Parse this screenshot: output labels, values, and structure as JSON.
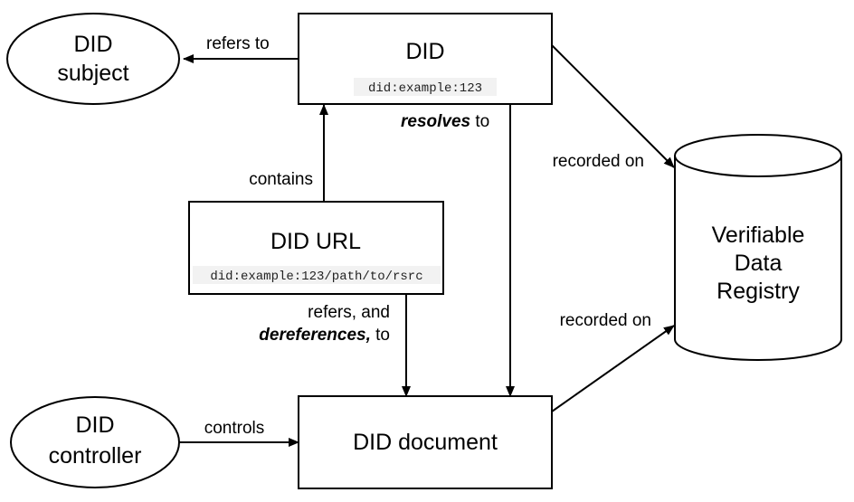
{
  "nodes": {
    "did_subject": {
      "line1": "DID",
      "line2": "subject"
    },
    "did": {
      "title": "DID",
      "code": "did:example:123"
    },
    "did_url": {
      "title": "DID URL",
      "code": "did:example:123/path/to/rsrc"
    },
    "did_controller": {
      "line1": "DID",
      "line2": "controller"
    },
    "did_document": {
      "title": "DID document"
    },
    "registry": {
      "line1": "Verifiable",
      "line2": "Data",
      "line3": "Registry"
    }
  },
  "edges": {
    "refers_to": "refers to",
    "resolves_strong": "resolves",
    "resolves_rest": " to",
    "contains": "contains",
    "recorded_on_did": "recorded on",
    "recorded_on_doc": "recorded on",
    "refers_and": "refers, and",
    "dereferences_strong": "dereferences,",
    "dereferences_rest": " to",
    "controls": "controls"
  },
  "colors": {
    "stroke": "#000000",
    "code_bg": "#f2f2f2",
    "fill": "#ffffff"
  }
}
